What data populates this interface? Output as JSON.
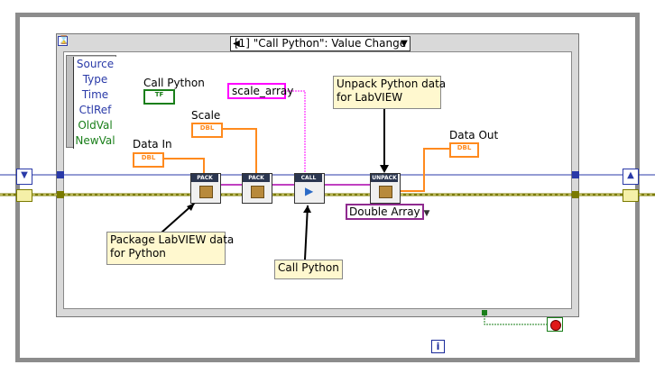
{
  "event_structure": {
    "case_selector": "[1] \"Call Python\": Value Change",
    "prev_arrow": "◀",
    "next_arrow": "▼",
    "event_data_fields": [
      "Source",
      "Type",
      "Time",
      "CtlRef",
      "OldVal",
      "NewVal"
    ]
  },
  "controls": {
    "call_python": {
      "label": "Call Python",
      "type_tag": "TF"
    },
    "scale": {
      "label": "Scale",
      "type_tag": "DBL"
    },
    "data_in": {
      "label": "Data In",
      "type_tag": "DBL"
    },
    "data_out": {
      "label": "Data Out",
      "type_tag": "DBL"
    }
  },
  "constants": {
    "function_name": "scale_array",
    "unpack_type": "Double Array"
  },
  "nodes": [
    {
      "id": "pack1",
      "header": "PACK"
    },
    {
      "id": "pack2",
      "header": "PACK"
    },
    {
      "id": "call",
      "header": "CALL"
    },
    {
      "id": "unpack",
      "header": "UNPACK"
    }
  ],
  "comments": {
    "package": "Package LabVIEW data\nfor Python",
    "call": "Call Python",
    "unpack": "Unpack Python data\nfor LabVIEW"
  },
  "loop": {
    "info_glyph": "i"
  },
  "colors": {
    "numeric": "#ff8a1e",
    "boolean": "#1a7f1a",
    "string": "#ff00ff",
    "refnum": "#2a3aa8",
    "cluster": "#8f2a8f",
    "error": "#7a7a00"
  }
}
